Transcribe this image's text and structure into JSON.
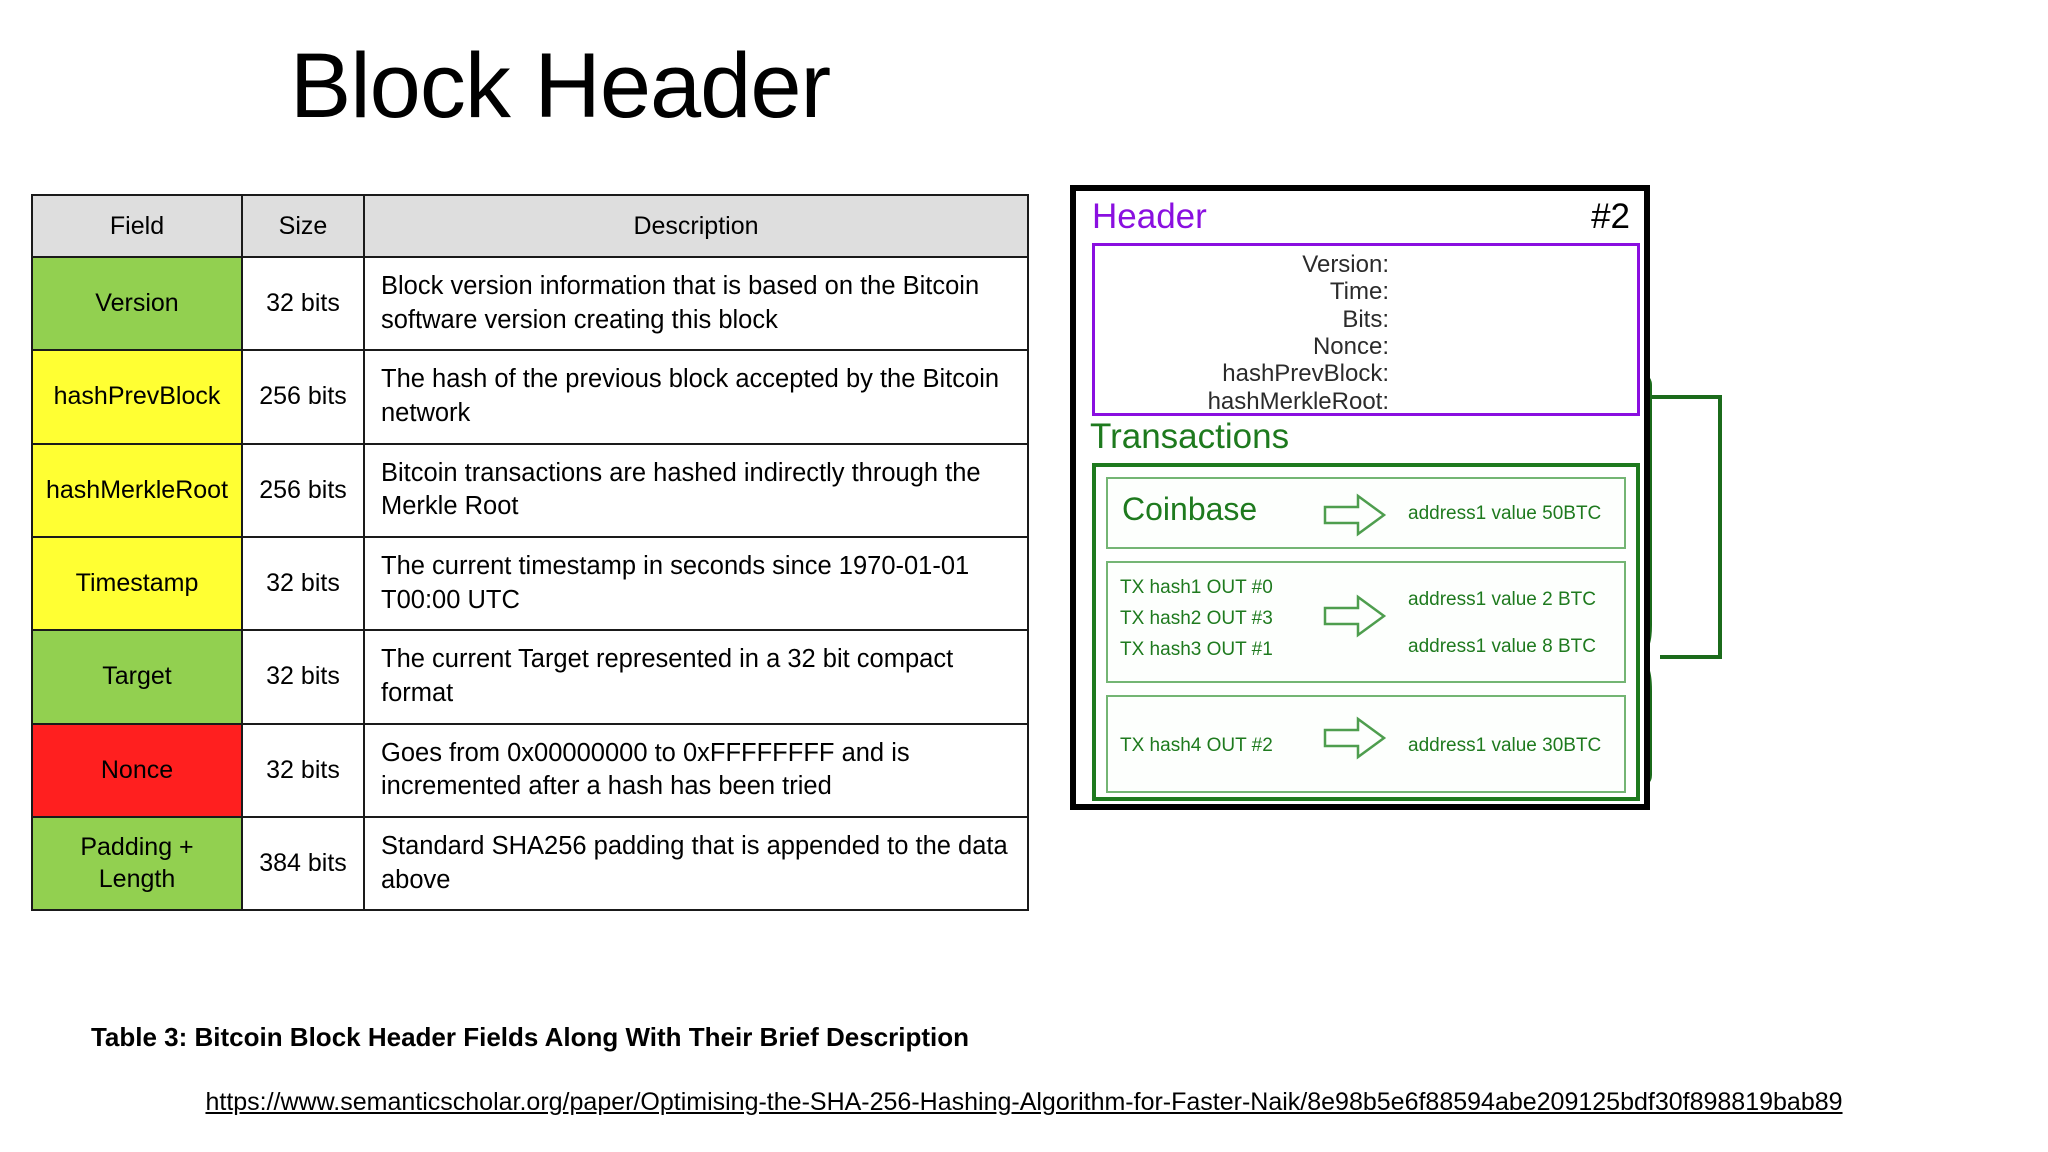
{
  "slide": {
    "title": "Block Header",
    "source_url": "https://www.semanticscholar.org/paper/Optimising-the-SHA-256-Hashing-Algorithm-for-Faster-Naik/8e98b5e6f88594abe209125bdf30f898819bab89"
  },
  "table": {
    "caption": "Table 3: Bitcoin Block Header Fields Along With Their Brief Description",
    "columns": [
      "Field",
      "Size",
      "Description"
    ],
    "header_bg": "#dedede",
    "rows": [
      {
        "field": "Version",
        "size": "32 bits",
        "description": "Block version information that is based on the Bitcoin software version creating this block",
        "color": "#92d050",
        "color_name": "green"
      },
      {
        "field": "hashPrevBlock",
        "size": "256 bits",
        "description": "The hash of the previous block accepted by the Bitcoin network",
        "color": "#ffff33",
        "color_name": "yellow"
      },
      {
        "field": "hashMerkleRoot",
        "size": "256 bits",
        "description": "Bitcoin transactions are hashed indirectly through the Merkle Root",
        "color": "#ffff33",
        "color_name": "yellow"
      },
      {
        "field": "Timestamp",
        "size": "32 bits",
        "description": "The current timestamp in seconds since 1970-01-01 T00:00 UTC",
        "color": "#ffff33",
        "color_name": "yellow"
      },
      {
        "field": "Target",
        "size": "32 bits",
        "description": "The current Target represented in a 32 bit compact format",
        "color": "#92d050",
        "color_name": "green"
      },
      {
        "field": "Nonce",
        "size": "32 bits",
        "description": "Goes from 0x00000000 to 0xFFFFFFFF and is incremented after a hash has been tried",
        "color": "#ff1f1f",
        "color_name": "red"
      },
      {
        "field": "Padding + Length",
        "size": "384 bits",
        "description": "Standard SHA256 padding that is appended to the data above",
        "color": "#92d050",
        "color_name": "green"
      }
    ]
  },
  "diagram": {
    "block_number": "#2",
    "header_label": "Header",
    "header_color": "#8a0fe0",
    "transactions_label": "Transactions",
    "transactions_color": "#1e7a1e",
    "header_fields": [
      "Version:",
      "Time:",
      "Bits:",
      "Nonce:",
      "hashPrevBlock:",
      "hashMerkleRoot:"
    ],
    "transactions": [
      {
        "name": "Coinbase",
        "inputs": [],
        "outputs": [
          "address1 value 50BTC"
        ]
      },
      {
        "name": "",
        "inputs": [
          "TX hash1 OUT #0",
          "TX hash2 OUT #3",
          "TX hash3 OUT #1"
        ],
        "outputs": [
          "address1 value 2 BTC",
          "address1 value 8 BTC"
        ]
      },
      {
        "name": "",
        "inputs": [
          "TX hash4 OUT #2"
        ],
        "outputs": [
          "address1 value 30BTC"
        ]
      }
    ]
  }
}
